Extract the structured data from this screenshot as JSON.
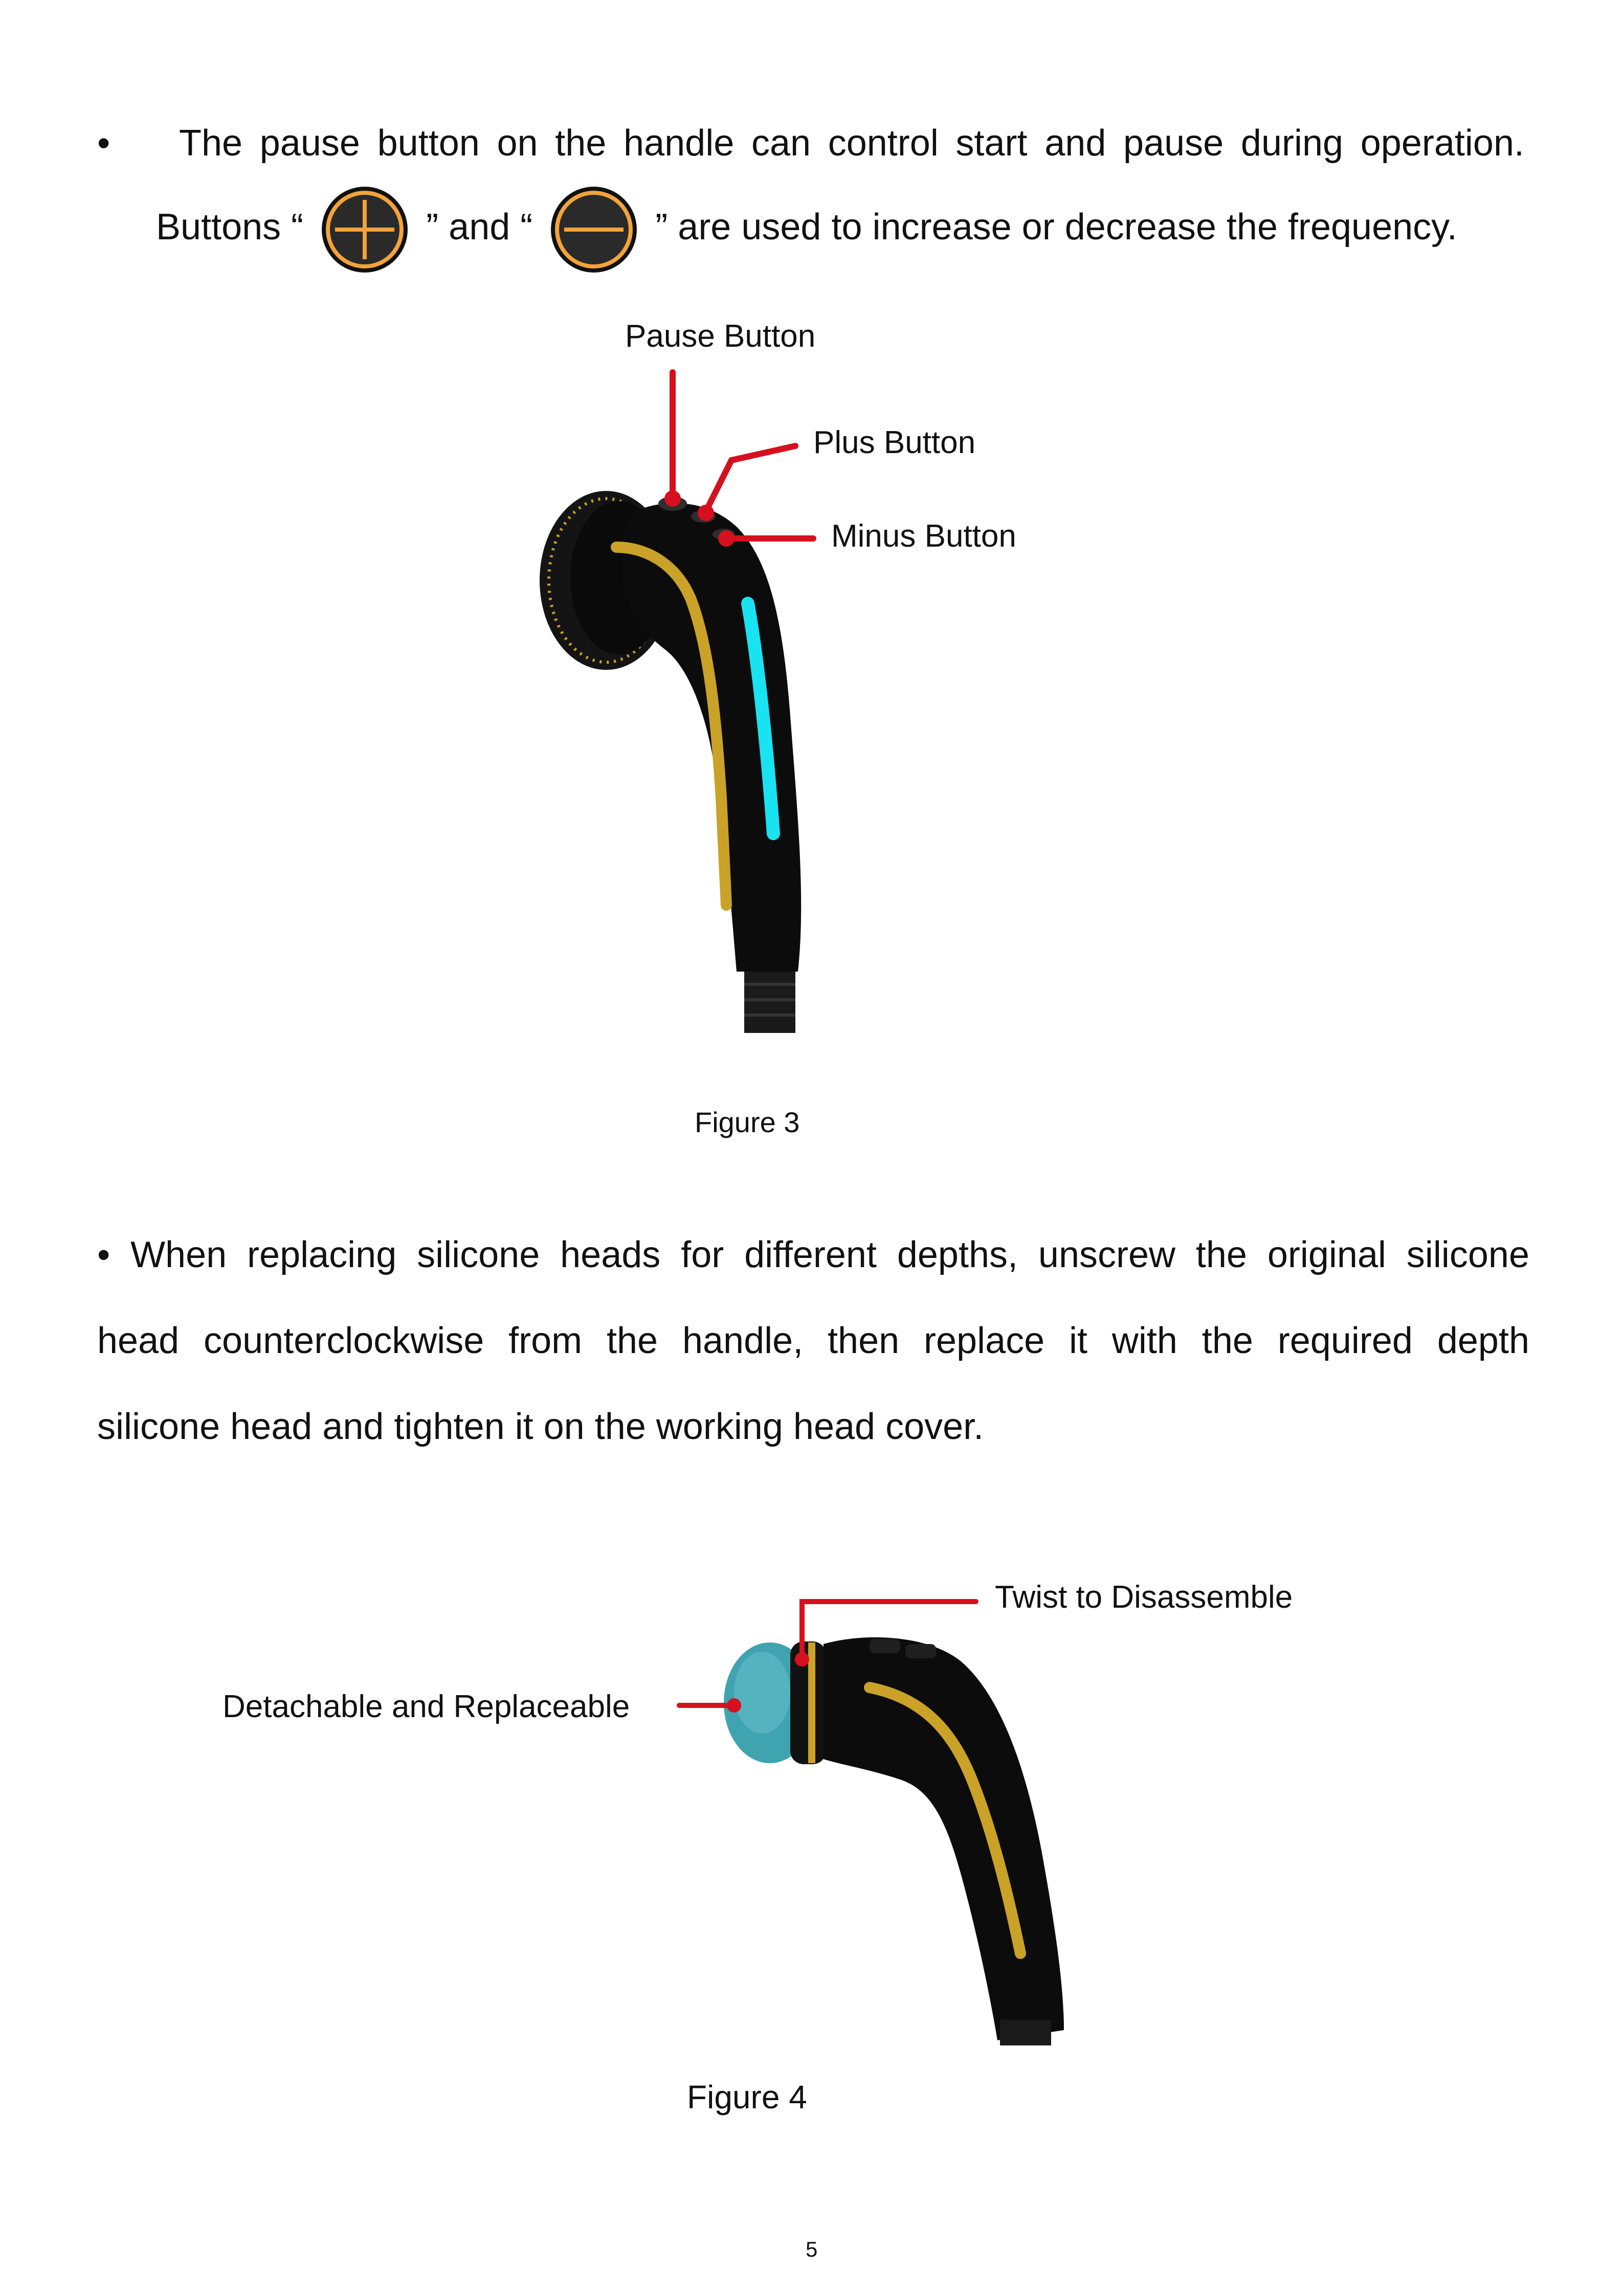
{
  "para1": {
    "bullet": "•",
    "line1": "The pause button on the handle can control start and pause during operation.",
    "line2_before_plus": "Buttons “",
    "line2_between": "” and “",
    "line2_after_minus": "” are used to increase or decrease the frequency."
  },
  "figure3": {
    "labels": {
      "pause": "Pause Button",
      "plus": "Plus Button",
      "minus": "Minus Button"
    },
    "caption": "Figure 3"
  },
  "para2": {
    "line1": "• When replacing silicone heads for different depths, unscrew the original silicone",
    "line2": "head counterclockwise from the handle, then replace it with the required depth",
    "line3": "silicone head and tighten it on the working head cover."
  },
  "figure4": {
    "labels": {
      "twist": "Twist to Disassemble",
      "detachable": "Detachable and Replaceable"
    },
    "caption": "Figure 4"
  },
  "page_number": "5",
  "colors": {
    "callout_red": "#d6101e",
    "button_orange": "#f2a33a",
    "device_black": "#0c0c0c",
    "gold_trim": "#c9a227",
    "led_cyan": "#19e3f0",
    "silicone_teal": "#3fa3b0"
  },
  "icons": [
    "plus-circle-icon",
    "minus-circle-icon"
  ]
}
